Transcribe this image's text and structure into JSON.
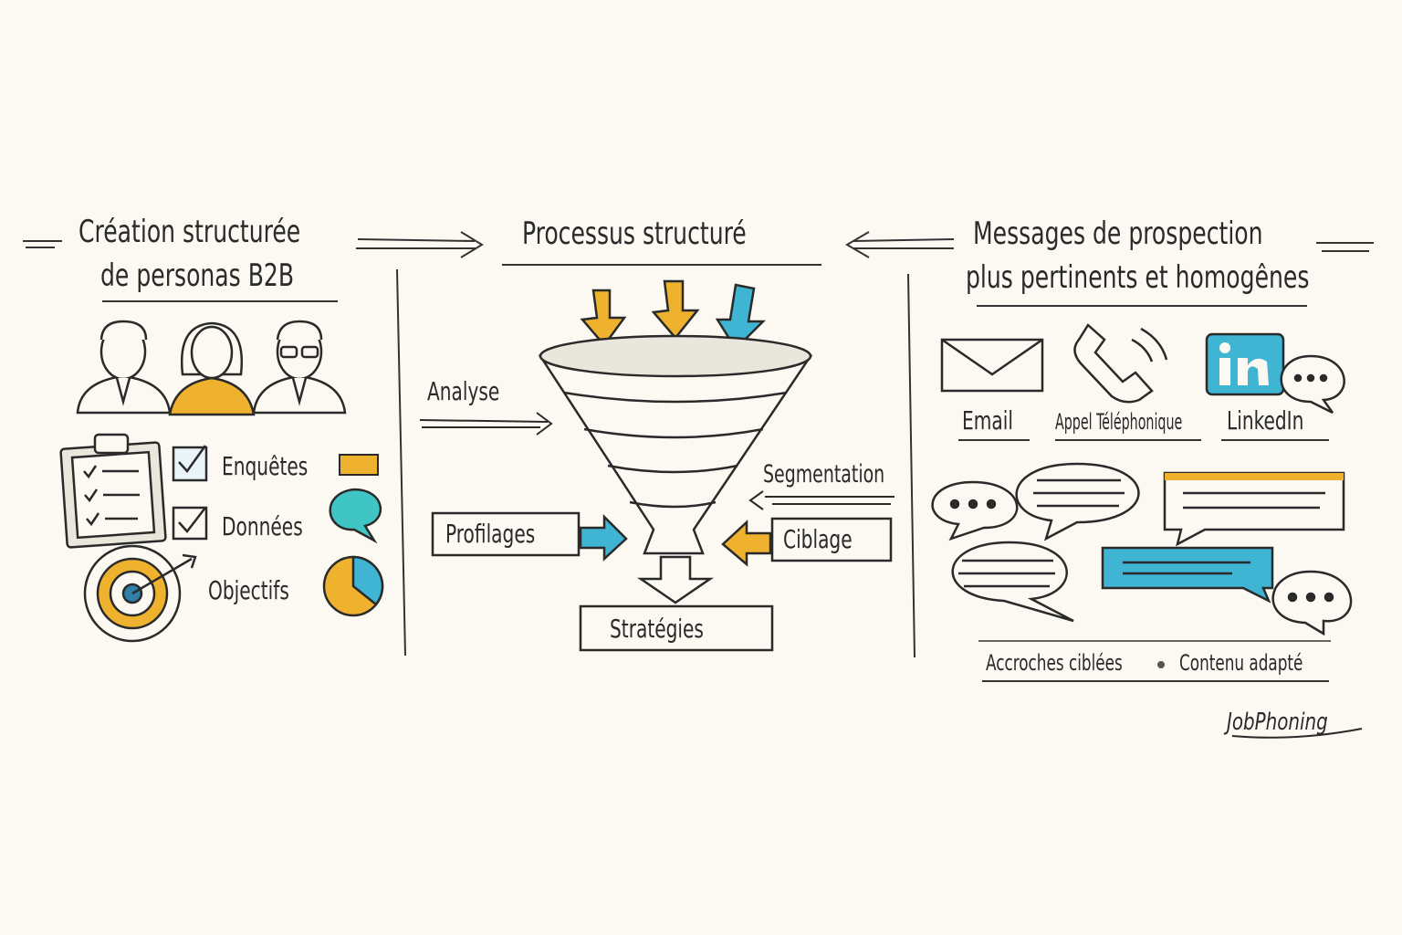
{
  "colors": {
    "ink": "#2a2a2a",
    "paper": "#fbf9f2",
    "accent_yellow": "#efb22e",
    "accent_blue": "#3fb4d3",
    "accent_teal": "#3fc6c4"
  },
  "left": {
    "title_line1": "Création structurée",
    "title_line2": "de personas B2B",
    "items": [
      {
        "label": "Enquêtes",
        "icon": "checked-box-icon"
      },
      {
        "label": "Données",
        "icon": "check-icon"
      },
      {
        "label": "Objectifs",
        "icon": "target-icon"
      }
    ]
  },
  "center": {
    "title": "Processus structuré",
    "inputs": [
      "Analyse",
      "Profilages",
      "Segmentation",
      "Ciblage"
    ],
    "output": "Stratégies"
  },
  "right": {
    "title_line1": "Messages de prospection",
    "title_line2": "plus pertinents et homogênes",
    "channels": [
      {
        "label": "Email",
        "icon": "envelope-icon"
      },
      {
        "label": "Appel Téléphonique",
        "icon": "phone-icon"
      },
      {
        "label": "LinkedIn",
        "icon": "linkedin-icon"
      }
    ],
    "footer_a": "Accroches ciblées",
    "footer_b": "Contenu adapté"
  },
  "brand": "JobPhoning"
}
